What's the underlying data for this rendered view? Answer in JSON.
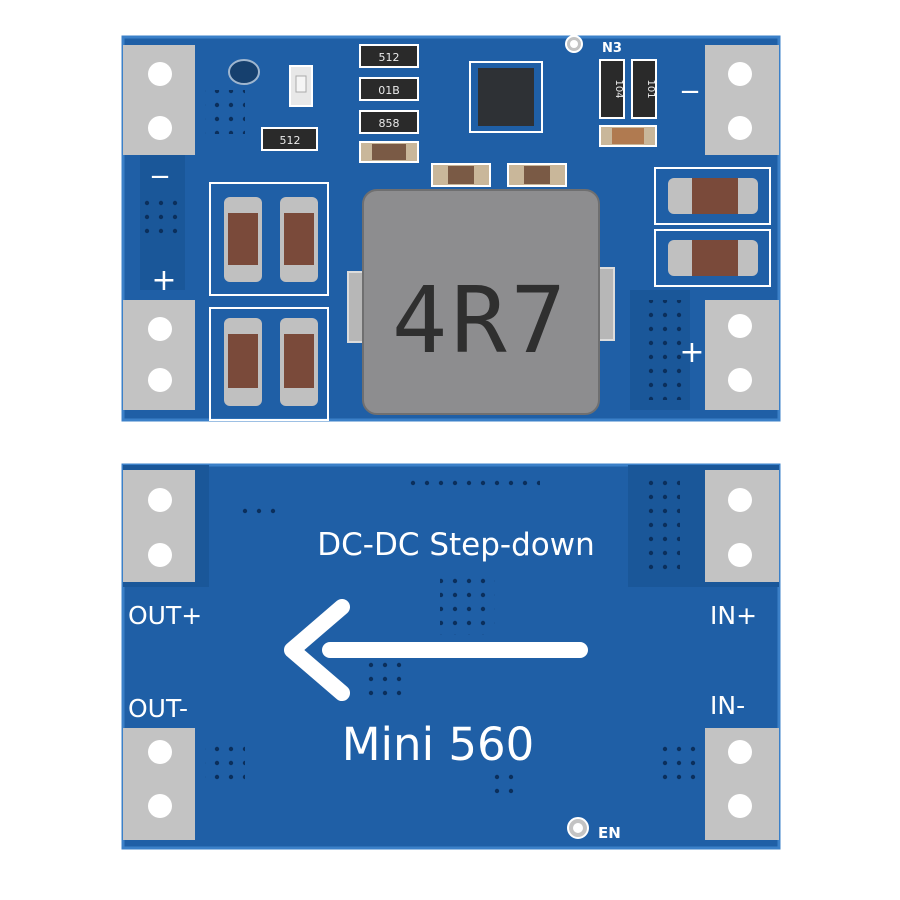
{
  "image": {
    "board_color": "#1f5fa6",
    "board_edge_color": "#3a7fc8",
    "pad_color": "#c3c3c3",
    "inductor_color": "#8d8d8f"
  },
  "top_board": {
    "inductor_marking": "4R7",
    "resistors": [
      "512",
      "01B",
      "858",
      "512",
      "104",
      "101"
    ],
    "label_n3": "N3",
    "silk_minus_left": "−",
    "silk_plus_left": "+",
    "silk_minus_right": "−",
    "silk_plus_right": "+"
  },
  "bottom_board": {
    "title": "DC-DC Step-down",
    "model": "Mini 560",
    "out_plus": "OUT+",
    "out_minus": "OUT-",
    "in_plus": "IN+",
    "in_minus": "IN-",
    "en": "EN"
  }
}
